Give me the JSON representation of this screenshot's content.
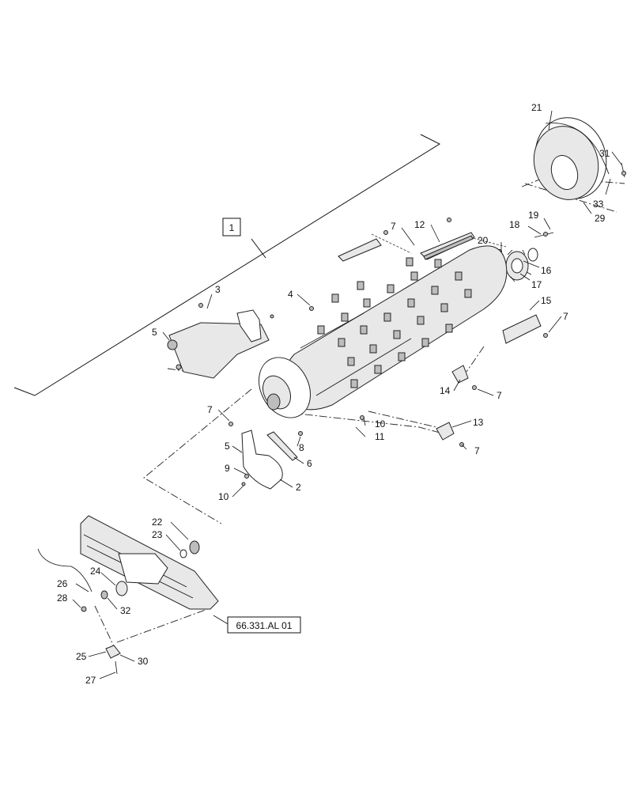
{
  "ref_box_main": "1",
  "ref_box_assembly": "66.331.AL 01",
  "callouts": {
    "c2": "2",
    "c3": "3",
    "c4": "4",
    "c5a": "5",
    "c5b": "5",
    "c6": "6",
    "c7a": "7",
    "c7b": "7",
    "c7c": "7",
    "c7d": "7",
    "c7e": "7",
    "c8": "8",
    "c9": "9",
    "c10a": "10",
    "c10b": "10",
    "c11": "11",
    "c12": "12",
    "c13": "13",
    "c14": "14",
    "c15": "15",
    "c16": "16",
    "c17": "17",
    "c18": "18",
    "c19": "19",
    "c20": "20",
    "c21": "21",
    "c22": "22",
    "c23": "23",
    "c24": "24",
    "c25": "25",
    "c26": "26",
    "c27": "27",
    "c28": "28",
    "c29": "29",
    "c30": "30",
    "c31": "31",
    "c32": "32",
    "c33": "33"
  }
}
